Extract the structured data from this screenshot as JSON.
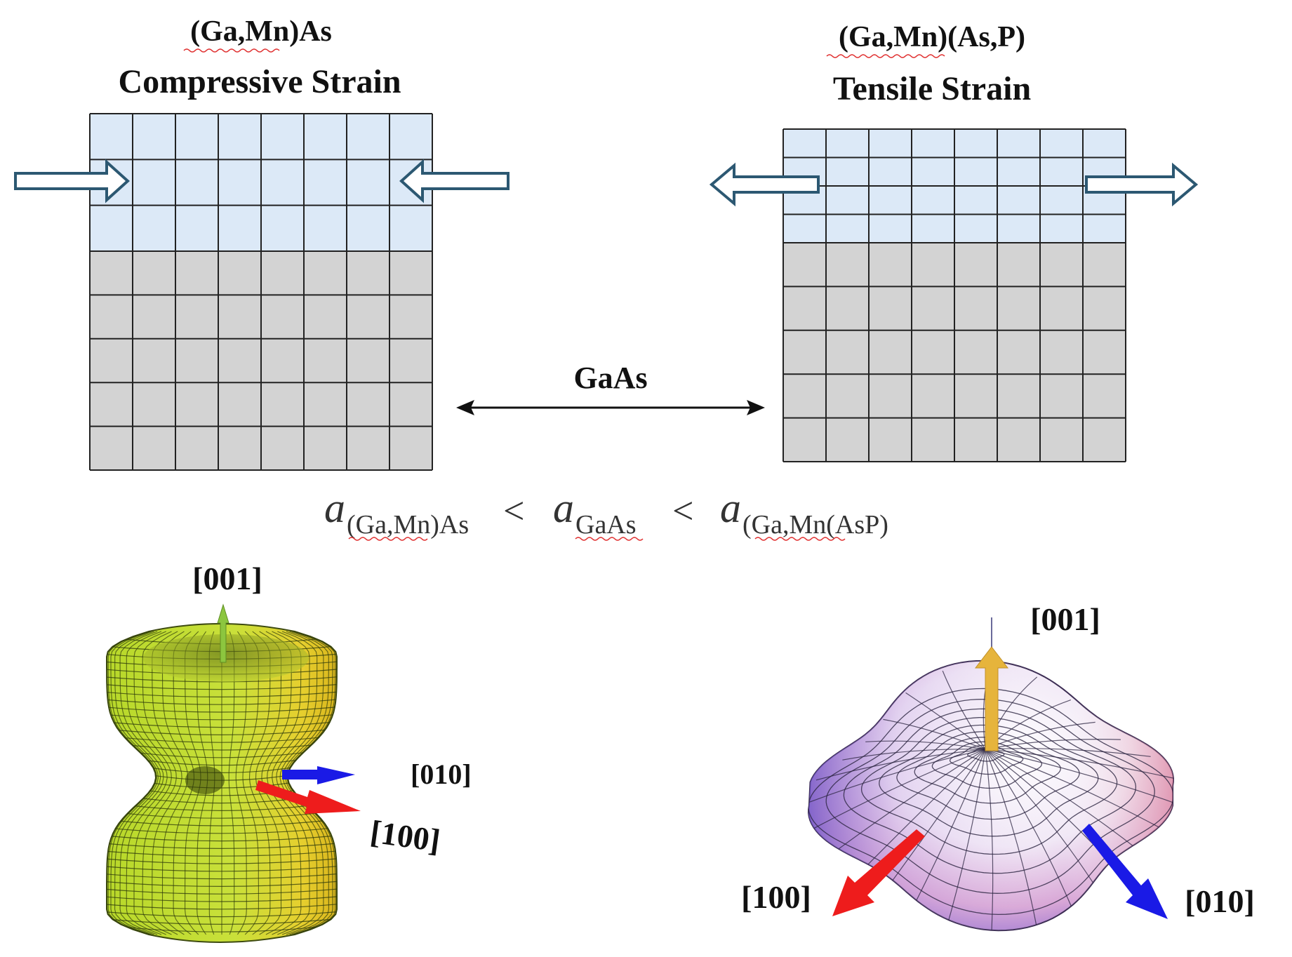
{
  "left_panel": {
    "material": "(Ga,Mn)As",
    "strain": "Compressive Strain",
    "grid_columns": 8,
    "film_rows": 3,
    "substrate_rows": 5
  },
  "right_panel": {
    "material": "(Ga,Mn)(As,P)",
    "strain": "Tensile Strain",
    "grid_columns": 8,
    "film_rows": 4,
    "substrate_rows": 5
  },
  "center": {
    "label": "GaAs"
  },
  "relation": {
    "term1_symbol": "a",
    "term1_sub": "(Ga,Mn)As",
    "op1": "<",
    "term2_symbol": "a",
    "term2_sub": "GaAs",
    "op2": "<",
    "term3_symbol": "a",
    "term3_sub": "(Ga,Mn(AsP)"
  },
  "left_axes": {
    "z": "[001]",
    "y": "[010]",
    "x": "[100]"
  },
  "right_axes": {
    "z": "[001]",
    "x": "[100]",
    "y": "[010]"
  },
  "colors": {
    "film": "#dce9f7",
    "substrate": "#d3d3d3",
    "grid_line": "#222222",
    "arrow_outline": "#2c5872",
    "axis_red": "#ee1c1c",
    "axis_blue": "#1a1ae6",
    "axis_green": "#8cc63f",
    "axis_gold": "#e6b43c",
    "left_surface_light": "#d8ec2a",
    "left_surface_dark": "#7ca51e",
    "right_surface_light": "#ffffff",
    "right_surface_purple": "#7a5cc8",
    "right_surface_pink": "#e8a0b0"
  }
}
